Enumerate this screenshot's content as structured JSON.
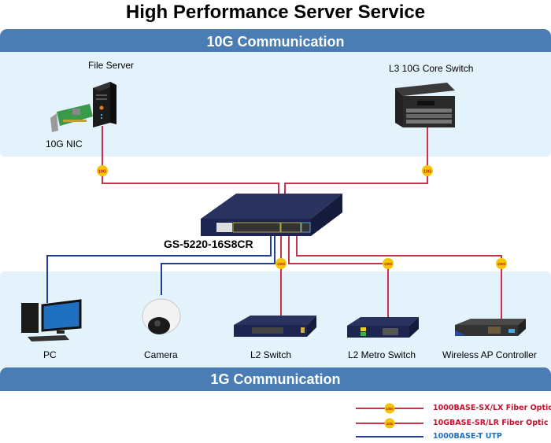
{
  "title": "High Performance Server Service",
  "zones": {
    "top_band": "10G Communication",
    "bottom_band": "1G Communication"
  },
  "core_switch": {
    "model": "GS-5220-16S8CR"
  },
  "devices_top": [
    {
      "label": "File Server"
    },
    {
      "label": "10G NIC"
    },
    {
      "label": "L3 10G Core Switch"
    }
  ],
  "devices_bottom": [
    {
      "label": "PC"
    },
    {
      "label": "Camera"
    },
    {
      "label": "L2 Switch"
    },
    {
      "label": "L2 Metro Switch"
    },
    {
      "label": "Wireless AP Controller"
    }
  ],
  "badges": {
    "ten_g": "10G",
    "one_g": "1000"
  },
  "colors": {
    "fiber": "#c8334a",
    "utp": "#1e3f94",
    "badge": "#f5c400",
    "band": "#4a7db3",
    "zone": "#e4f2fc",
    "legend_red": "#c8102e",
    "legend_blue": "#1a6fc0"
  },
  "legend": [
    {
      "label": "1000BASE-SX/LX Fiber Optic",
      "badge": "1000",
      "type": "fiber"
    },
    {
      "label": "10GBASE-SR/LR Fiber Optic",
      "badge": "10G",
      "type": "fiber"
    },
    {
      "label": "1000BASE-T UTP",
      "badge": "",
      "type": "utp"
    }
  ]
}
